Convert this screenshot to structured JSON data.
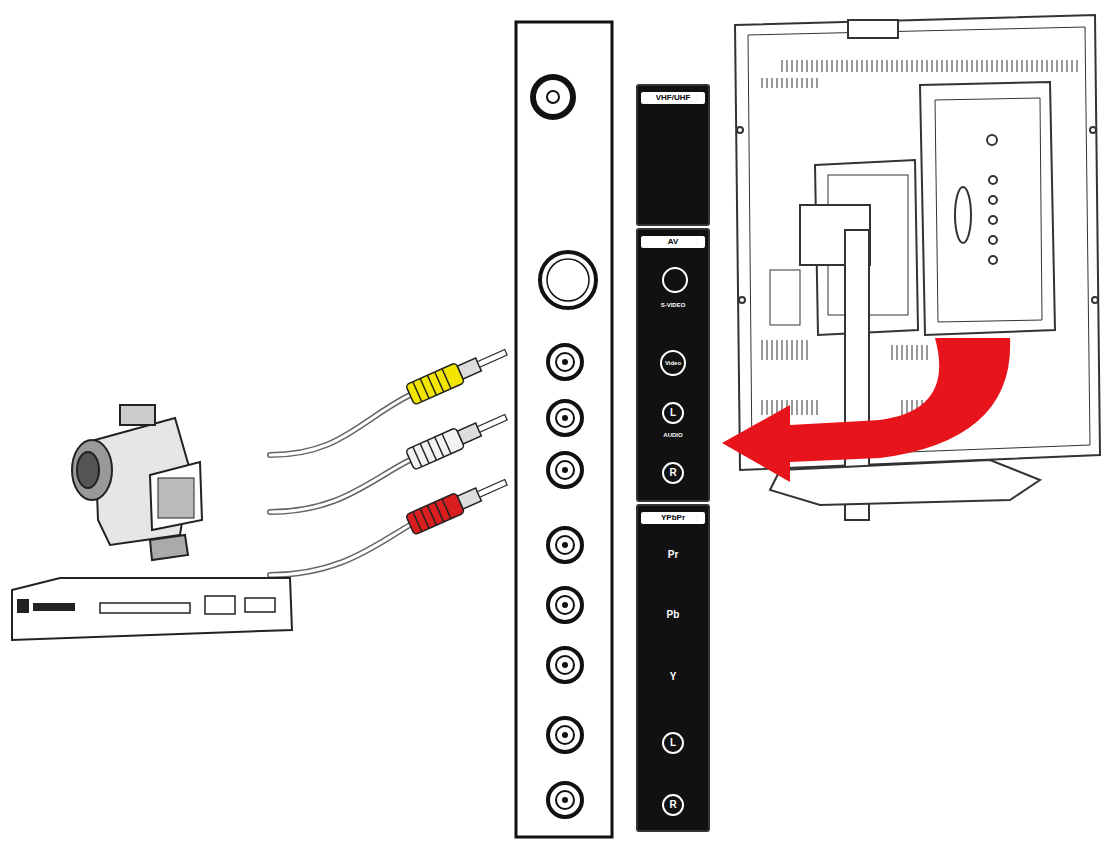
{
  "diagram": {
    "nodes": [
      {
        "text": [
          "VHF/UHF"
        ]
      },
      {
        "text": [
          "AV",
          "S-VIDEO",
          "Video",
          "L",
          "AUDIO",
          "R"
        ]
      },
      {
        "text": [
          "YPbPr",
          "Pr",
          "Pb",
          "Y",
          "L",
          "R"
        ]
      }
    ]
  }
}
